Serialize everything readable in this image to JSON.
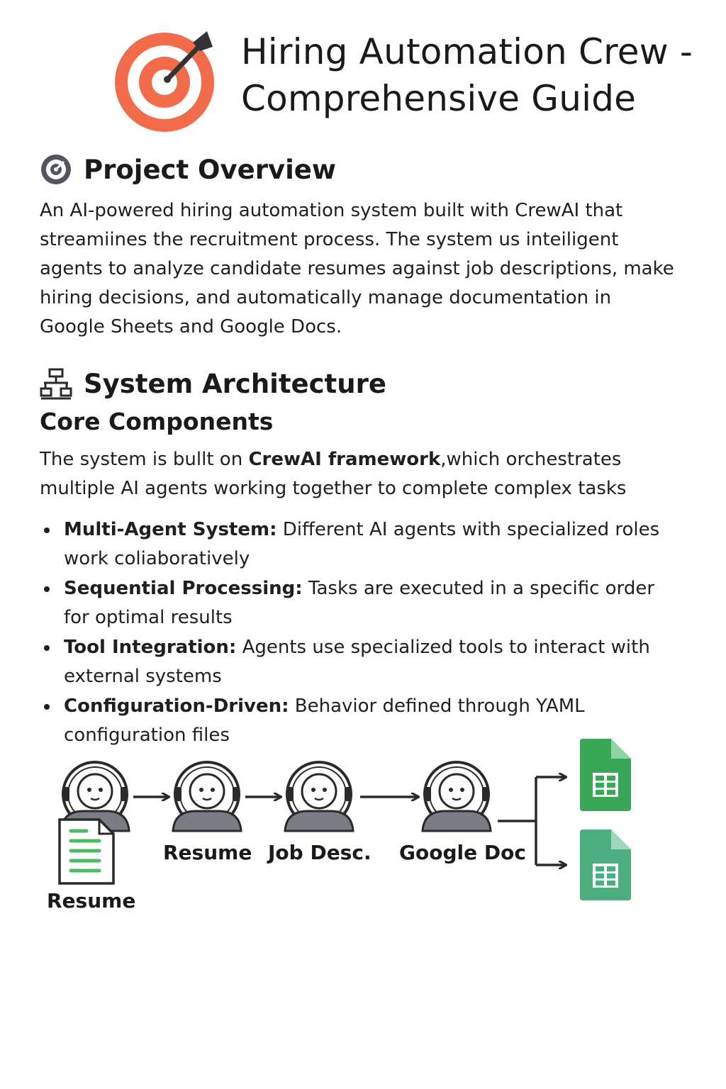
{
  "header": {
    "title_line1": "Hiring Automation Crew -",
    "title_line2": "Comprehensive Guide",
    "logo_icon": "target-with-dart-icon"
  },
  "overview": {
    "heading": "Project Overview",
    "icon": "target-icon",
    "body": "An AI-powered hiring automation system built with CrewAI that streamiines the recruitment process. The system us inteiligent agents to analyze candidate resumes against job descriptions, make hiring decisions, and automatically manage documentation in Google Sheets and Google Docs."
  },
  "architecture": {
    "heading": "System Architecture",
    "icon": "network-icon",
    "subheading": "Core Components",
    "intro_prefix": "The system is bullt on ",
    "intro_bold": "CrewAI framework",
    "intro_suffix": ",which orchestrates multiple AI agents working together to complete complex tasks",
    "bullets": [
      {
        "term": "Multi-Agent System:",
        "text": " Different AI agents with specialized roles work coliaboratively"
      },
      {
        "term": "Sequential Processing:",
        "text": " Tasks are executed in a specific order for optimal results"
      },
      {
        "term": "Tool Integration:",
        "text": " Agents use specialized tools to interact with external systems"
      },
      {
        "term": "Configuration-Driven:",
        "text": " Behavior defined through YAML configuration files"
      }
    ]
  },
  "flow": {
    "labels": {
      "doc": "Resume",
      "agent2": "Resume",
      "agent3": "Job Desc.",
      "agent4": "Google Doc"
    },
    "colors": {
      "sheet_top": "#3aa757",
      "sheet_bottom": "#4cae7f",
      "logo_ring": "#f26b4a",
      "doc_lines": "#4cbb64"
    }
  }
}
